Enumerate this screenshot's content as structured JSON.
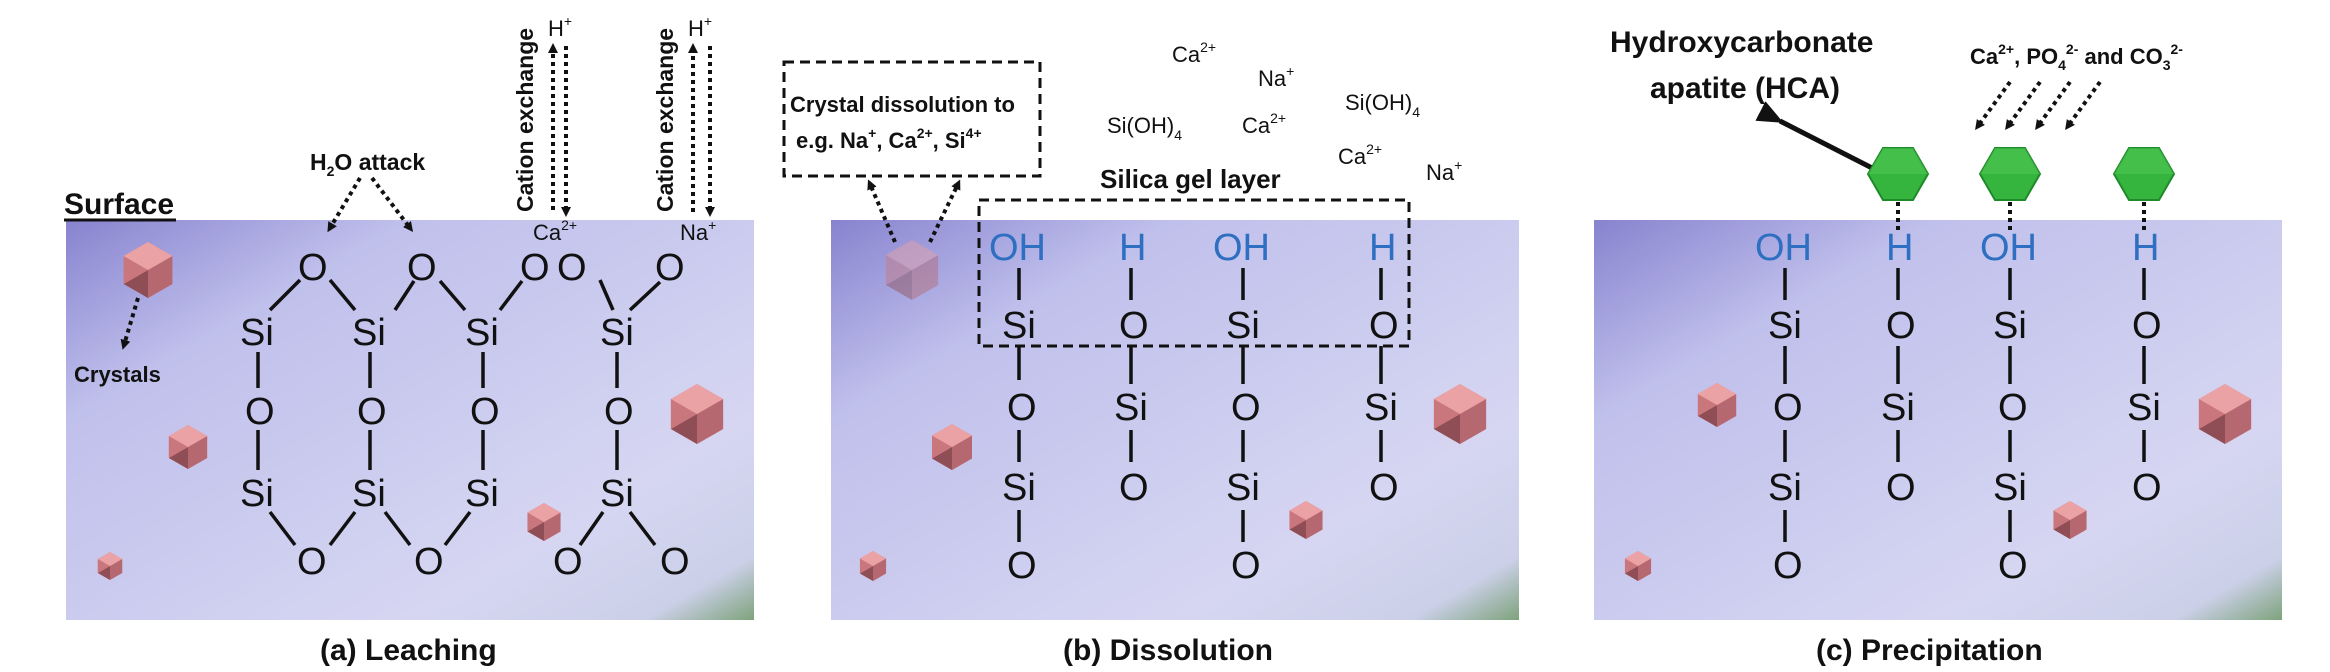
{
  "panels": {
    "a": {
      "caption": "(a) Leaching",
      "surface_label": "Surface",
      "crystals_label": "Crystals",
      "h2o_attack": "H",
      "h2o_sub": "2",
      "h2o_rest": "O attack",
      "cation_exchange_1": "Cation exchange",
      "cation_exchange_2": "Cation exchange",
      "h_plus_1": "H",
      "h_plus_2": "H",
      "plus": "+",
      "ca": "Ca",
      "ca_sup": "2+",
      "na": "Na",
      "na_sup": "+"
    },
    "b": {
      "caption": "(b) Dissolution",
      "box_line1": "Crystal dissolution to",
      "box_line2_prefix": "e.g. Na",
      "box_line2_sup1": "+",
      "box_line2_mid1": ", Ca",
      "box_line2_sup2": "2+",
      "box_line2_mid2": ", Si",
      "box_line2_sup3": "4+",
      "silica_gel": "Silica gel layer",
      "ion_ca": "Ca",
      "ion_ca_sup": "2+",
      "ion_na": "Na",
      "ion_na_sup": "+",
      "ion_sioh": "Si(OH)",
      "ion_sioh_sub": "4"
    },
    "c": {
      "caption": "(c) Precipitation",
      "hca_line1": "Hydroxycarbonate",
      "hca_line2": "apatite (HCA)",
      "ions_ca": "Ca",
      "ions_ca_sup": "2+",
      "ions_po": ", PO",
      "ions_po_sub": "4",
      "ions_po_sup": "2-",
      "ions_and": " and CO",
      "ions_co_sub": "3",
      "ions_co_sup": "2-"
    }
  },
  "atoms": {
    "O": "O",
    "Si": "Si",
    "OH": "OH",
    "H": "H"
  },
  "colors": {
    "panel_base": "#c8c8ee",
    "panel_dark": "#8a86d0",
    "panel_corner": "#7fa27a",
    "crystal_front": "#d9878b",
    "crystal_dark": "#8f4e55",
    "hexagon": "#33b43c",
    "blue_atom": "#2f6fc1"
  }
}
